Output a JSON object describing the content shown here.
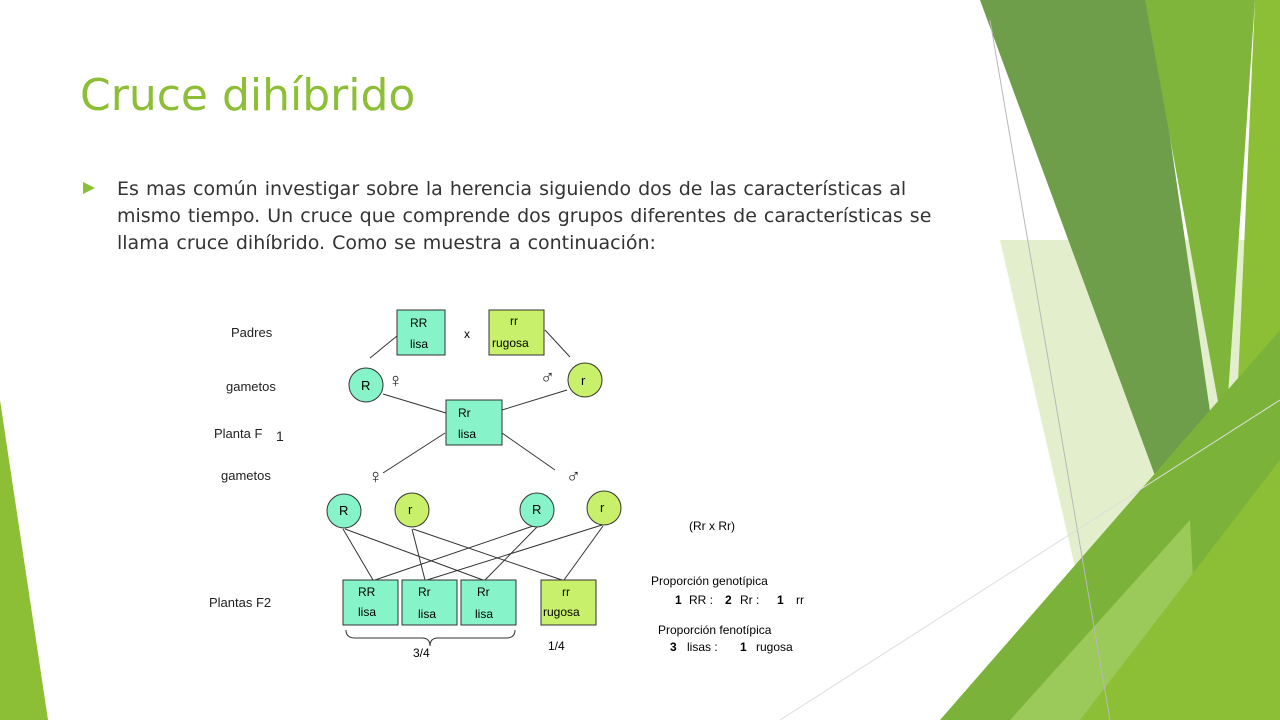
{
  "slide": {
    "title": "Cruce dihíbrido",
    "body": "Es mas común investigar sobre la herencia siguiendo dos de las características al mismo tiempo. Un cruce que comprende dos grupos diferentes de características se llama cruce dihíbrido. Como se muestra a continuación:"
  },
  "colors": {
    "accent": "#8cbf35",
    "dominant_fill": "#86f3c8",
    "recessive_fill": "#c8f06a",
    "deco_dark": "#5f8f3b",
    "deco_mid": "#7bb33a",
    "deco_light": "#e3efcc"
  },
  "diagram": {
    "row_labels": {
      "padres": "Padres",
      "gametos1": "gametos",
      "planta_f1": "Planta F",
      "planta_f1_sub": "1",
      "gametos2": "gametos",
      "plantas_f2": "Plantas F2"
    },
    "cross_symbol": "x",
    "female_symbol": "♀",
    "male_symbol": "♂",
    "parents": [
      {
        "genotype": "RR",
        "phenotype": "lisa"
      },
      {
        "genotype": "rr",
        "phenotype": "rugosa"
      }
    ],
    "gametes1": [
      "R",
      "r"
    ],
    "f1": {
      "genotype": "Rr",
      "phenotype": "lisa"
    },
    "gametes2": [
      "R",
      "r",
      "R",
      "r"
    ],
    "f2": [
      {
        "genotype": "RR",
        "phenotype": "lisa"
      },
      {
        "genotype": "Rr",
        "phenotype": "lisa"
      },
      {
        "genotype": "Rr",
        "phenotype": "lisa"
      },
      {
        "genotype": "rr",
        "phenotype": "rugosa"
      }
    ],
    "fraction_dominant": "3/4",
    "fraction_recessive": "1/4",
    "cross_label": "(Rr x Rr)",
    "genotypic_title": "Proporción genotípica",
    "genotypic_ratio": [
      "1",
      "RR :",
      "2",
      "Rr :",
      "1",
      "rr"
    ],
    "phenotypic_title": "Proporción fenotípica",
    "phenotypic_ratio": [
      "3",
      "lisas :",
      "1",
      "rugosa"
    ]
  }
}
